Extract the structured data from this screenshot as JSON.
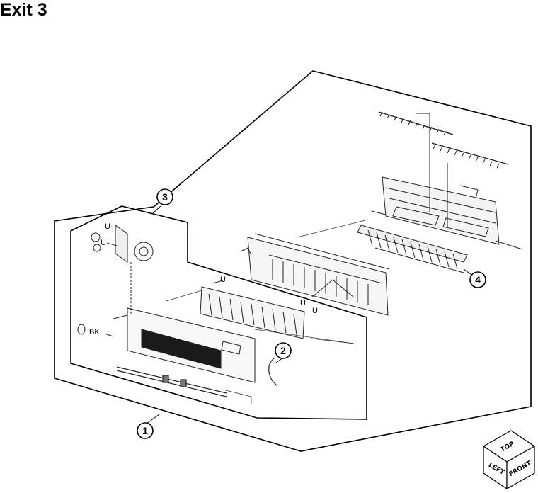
{
  "title": "Exit 3",
  "callouts": [
    "1",
    "2",
    "3",
    "4"
  ],
  "part_labels": {
    "u_top_1": "U",
    "u_top_2": "U",
    "u_assembly_top": "U",
    "u_assembly_right_1": "U",
    "u_assembly_right_2": "U",
    "bk": "BK"
  },
  "orientation": {
    "top": "TOP",
    "left": "LEFT",
    "front": "FRONT"
  },
  "colors": {
    "line": "#000000",
    "background": "#ffffff",
    "detail": "#444444"
  }
}
